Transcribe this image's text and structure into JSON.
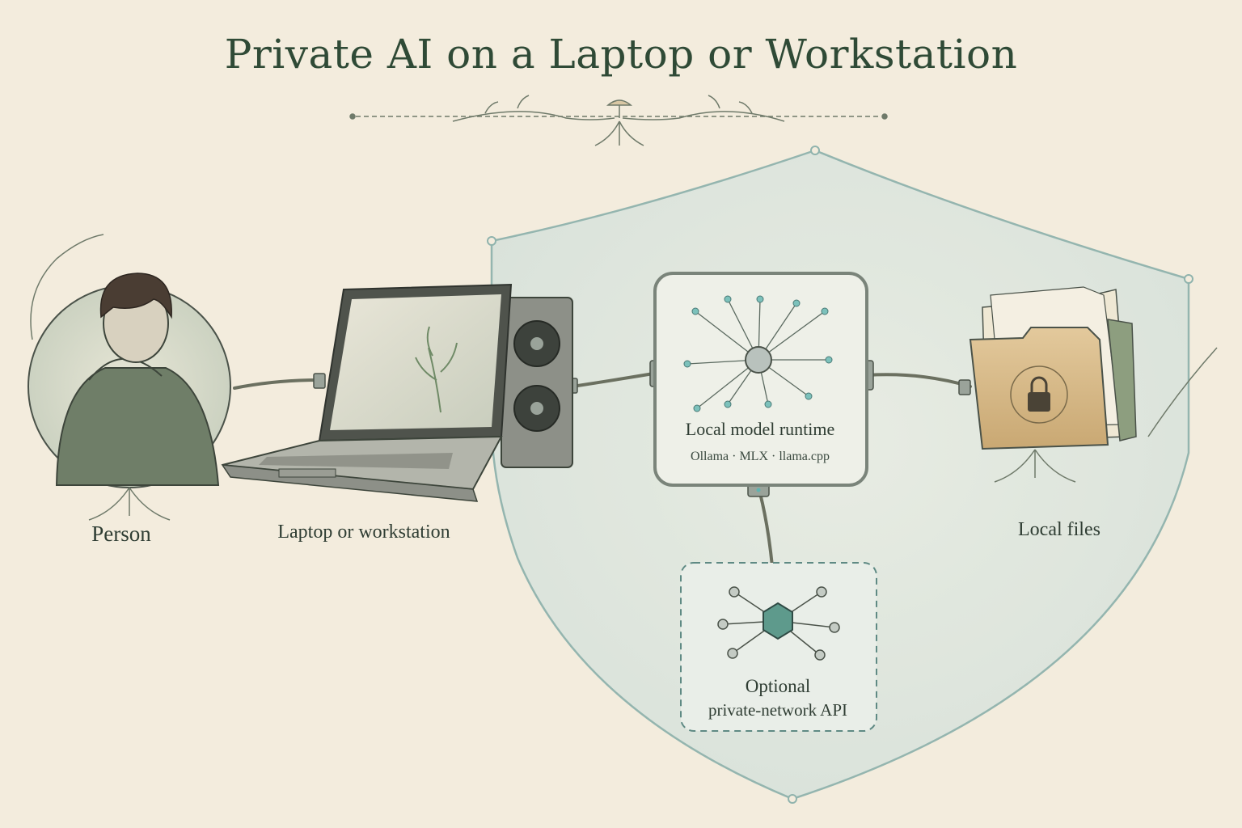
{
  "title": "Private AI on a Laptop or Workstation",
  "nodes": {
    "person": {
      "label": "Person"
    },
    "laptop": {
      "label": "Laptop or workstation"
    },
    "runtime": {
      "label": "Local model runtime",
      "sublabel": "Ollama · MLX · llama.cpp"
    },
    "optional_api": {
      "label_line1": "Optional",
      "label_line2": "private-network API"
    },
    "files": {
      "label": "Local files"
    }
  },
  "colors": {
    "background": "#f3ecdd",
    "title": "#2f4a36",
    "shield_fill": "#dfe6df",
    "shield_stroke": "#8fb3ad",
    "accent_teal": "#5fb3b0",
    "ink": "#4a5249",
    "folder": "#d8b98a"
  },
  "icons": [
    "person-icon",
    "laptop-icon",
    "workstation-tower-icon",
    "neural-network-icon",
    "api-hub-icon",
    "folder-lock-icon",
    "vine-ornament-icon",
    "shield-icon"
  ]
}
